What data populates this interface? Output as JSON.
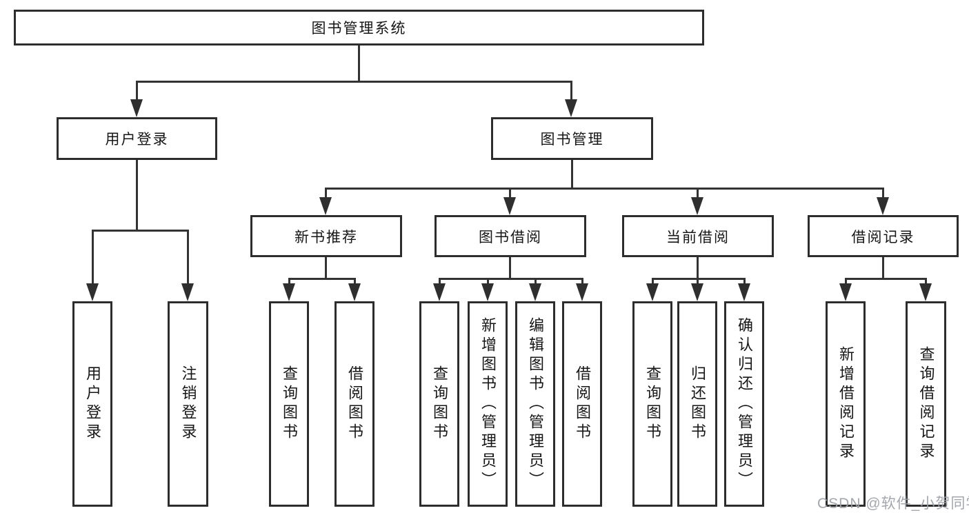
{
  "watermark": "CSDN @软件_小贺同学",
  "tree": {
    "root": {
      "label": "图书管理系统"
    },
    "branches": [
      {
        "label": "用户登录",
        "children": [
          {
            "label": "用户登录"
          },
          {
            "label": "注销登录"
          }
        ]
      },
      {
        "label": "图书管理",
        "children": [
          {
            "label": "新书推荐",
            "children": [
              {
                "label": "查询图书"
              },
              {
                "label": "借阅图书"
              }
            ]
          },
          {
            "label": "图书借阅",
            "children": [
              {
                "label": "查询图书"
              },
              {
                "label": "新增图书（管理员）"
              },
              {
                "label": "编辑图书（管理员）"
              },
              {
                "label": "借阅图书"
              }
            ]
          },
          {
            "label": "当前借阅",
            "children": [
              {
                "label": "查询图书"
              },
              {
                "label": "归还图书"
              },
              {
                "label": "确认归还（管理员）"
              }
            ]
          },
          {
            "label": "借阅记录",
            "children": [
              {
                "label": "新增借阅记录"
              },
              {
                "label": "查询借阅记录"
              }
            ]
          }
        ]
      }
    ]
  },
  "colors": {
    "line": "#333333",
    "border": "#2d2d2d",
    "text": "#161616",
    "watermark": "#9ea2a8"
  }
}
